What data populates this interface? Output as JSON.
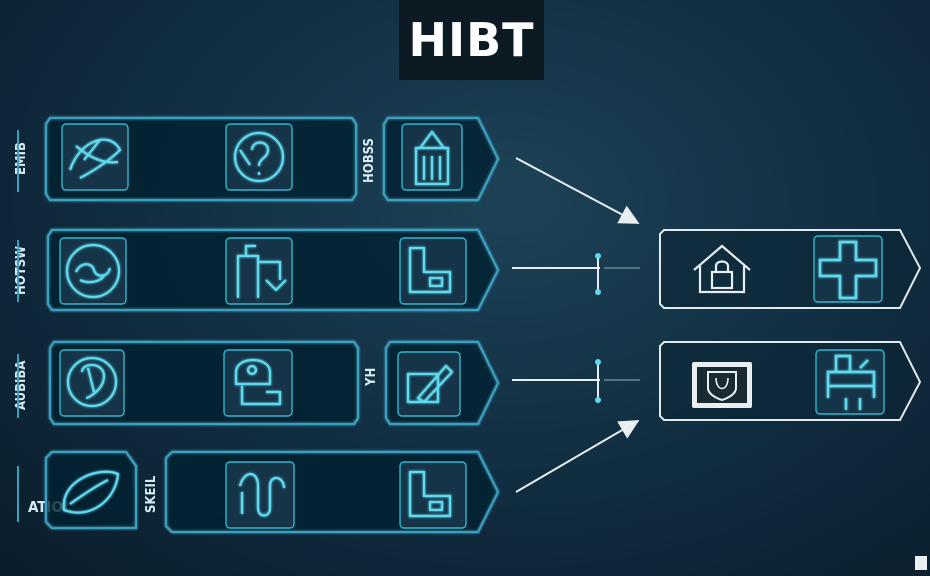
{
  "title": "HIBT",
  "labels": {
    "row1_left": "EMIB",
    "row1_mid": "HOBSS",
    "row2_left": "HOTSW",
    "row3_left": "AUBIBA",
    "row3_mid": "YH",
    "row4_left": "ATIOL",
    "row4_mid": "SKEIL"
  },
  "colors": {
    "accent": "#2fb7cf",
    "frame": "#3d9fc0",
    "arrow": "#e8eef2"
  },
  "icons": [
    "swirl-icon",
    "question-icon",
    "building-icon",
    "chain-icon",
    "figure-icon",
    "document-icon",
    "arrow-circle-icon",
    "stamp-icon",
    "pencil-icon",
    "leaf-icon",
    "curve-icon",
    "document-icon",
    "house-icon",
    "cross-icon",
    "shield-icon",
    "bed-icon"
  ]
}
